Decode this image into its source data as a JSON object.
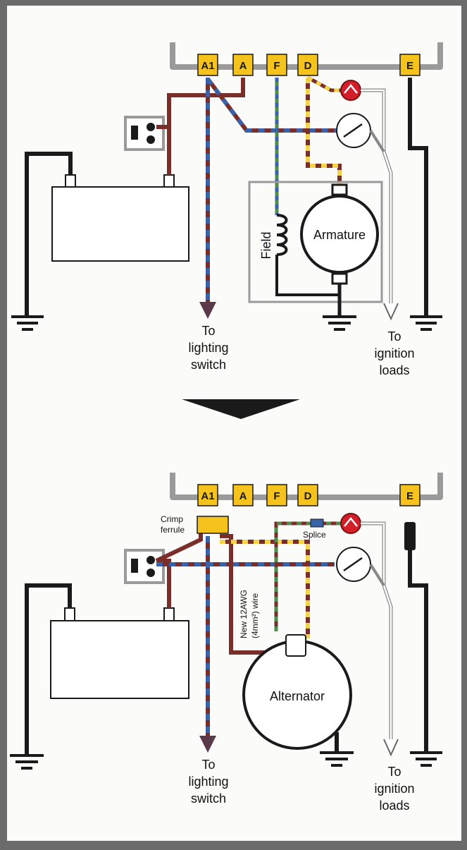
{
  "colors": {
    "page": "#fbfbf9",
    "outer": "#6b6b6b",
    "terminal_fill": "#f6c21c",
    "wire_brown": "#7a2e2a",
    "wire_blue": "#3a62a8",
    "wire_yellow": "#f2d34a",
    "wire_green": "#4f8b4a",
    "bar_gray": "#9a9a9a",
    "lamp_red": "#d21f2a",
    "ground": "#1a1a1a"
  },
  "top": {
    "terminals": [
      "A1",
      "A",
      "F",
      "D",
      "E"
    ],
    "field_label": "Field",
    "armature_label": "Armature",
    "lighting_label": [
      "To",
      "lighting",
      "switch"
    ],
    "ignition_label": [
      "To",
      "ignition",
      "loads"
    ]
  },
  "bottom": {
    "terminals": [
      "A1",
      "A",
      "F",
      "D",
      "E"
    ],
    "crimp_label": [
      "Crimp",
      "ferrule"
    ],
    "splice_label": "Splice",
    "wire_label": [
      "New 12AWG",
      "(4mm²) wire"
    ],
    "alternator_label": "Alternator",
    "lighting_label": [
      "To",
      "lighting",
      "switch"
    ],
    "ignition_label": [
      "To",
      "ignition",
      "loads"
    ]
  }
}
